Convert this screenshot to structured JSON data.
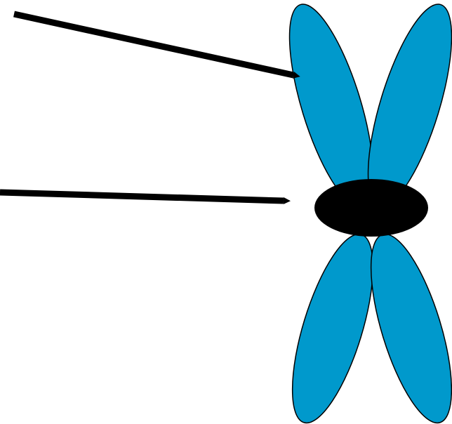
{
  "diagram": {
    "subject": "chromosome",
    "parts": {
      "chromatid_arm": {
        "icon": "chromatid-arm",
        "fill": "#0099cc",
        "stroke": "#000000"
      },
      "centromere": {
        "icon": "centromere",
        "fill": "#000000"
      }
    },
    "pointers": [
      {
        "name": "arrow-to-chromatid",
        "target": "chromatid_arm",
        "color": "#000000"
      },
      {
        "name": "arrow-to-centromere",
        "target": "centromere",
        "color": "#000000"
      }
    ]
  }
}
